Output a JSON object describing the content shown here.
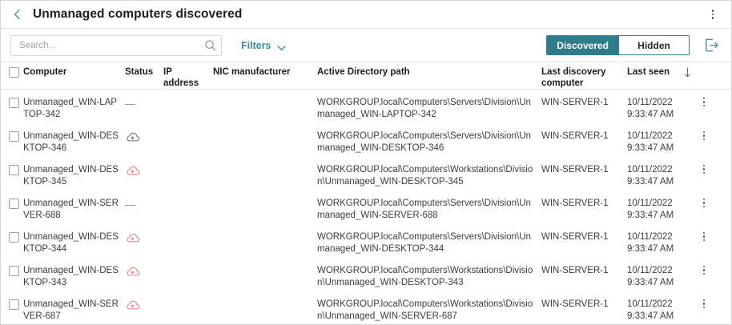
{
  "header": {
    "back_icon": "chevron-left-icon",
    "title": "Unmanaged computers discovered",
    "overflow_icon": "kebab-menu-icon"
  },
  "toolbar": {
    "search_placeholder": "Search...",
    "search_value": "",
    "search_icon": "search-icon",
    "filters_label": "Filters",
    "filters_chevron_icon": "chevron-down-icon",
    "segmented": [
      {
        "label": "Discovered",
        "active": true
      },
      {
        "label": "Hidden",
        "active": false
      }
    ],
    "export_icon": "export-icon",
    "accent_color": "#2e7d8a",
    "link_color": "#3b8a99"
  },
  "table": {
    "columns": [
      {
        "key": "check",
        "label": ""
      },
      {
        "key": "computer",
        "label": "Computer"
      },
      {
        "key": "status",
        "label": "Status"
      },
      {
        "key": "ip",
        "label": "IP address"
      },
      {
        "key": "nic",
        "label": "NIC manufacturer"
      },
      {
        "key": "adpath",
        "label": "Active Directory path"
      },
      {
        "key": "disc",
        "label": "Last discovery computer"
      },
      {
        "key": "seen",
        "label": "Last seen"
      }
    ],
    "sort": {
      "column": "Last seen",
      "direction": "descending",
      "icon": "arrow-down-icon"
    },
    "select_all_checked": false,
    "rows": [
      {
        "computer": "Unmanaged_WIN-LAPTOP-342",
        "status_icon": "dash",
        "status_color": "#9a9a9a",
        "ip": "",
        "nic": "",
        "adpath": "WORKGROUP.local\\Computers\\Servers\\Division\\Unmanaged_WIN-LAPTOP-342",
        "discovery_computer": "WIN-SERVER-1",
        "last_seen_date": "10/11/2022",
        "last_seen_time": "9:33:47 AM"
      },
      {
        "computer": "Unmanaged_WIN-DESKTOP-346",
        "status_icon": "cloud-upload-gray",
        "status_color": "#6d6d6d",
        "ip": "",
        "nic": "",
        "adpath": "WORKGROUP.local\\Computers\\Servers\\Division\\Unmanaged_WIN-DESKTOP-346",
        "discovery_computer": "WIN-SERVER-1",
        "last_seen_date": "10/11/2022",
        "last_seen_time": "9:33:47 AM"
      },
      {
        "computer": "Unmanaged_WIN-DESKTOP-345",
        "status_icon": "cloud-upload-red",
        "status_color": "#e8787d",
        "ip": "",
        "nic": "",
        "adpath": "WORKGROUP.local\\Computers\\Workstations\\Division\\Unmanaged_WIN-DESKTOP-345",
        "discovery_computer": "WIN-SERVER-1",
        "last_seen_date": "10/11/2022",
        "last_seen_time": "9:33:47 AM"
      },
      {
        "computer": "Unmanaged_WIN-SERVER-688",
        "status_icon": "dash",
        "status_color": "#9a9a9a",
        "ip": "",
        "nic": "",
        "adpath": "WORKGROUP.local\\Computers\\Servers\\Division\\Unmanaged_WIN-SERVER-688",
        "discovery_computer": "WIN-SERVER-1",
        "last_seen_date": "10/11/2022",
        "last_seen_time": "9:33:47 AM"
      },
      {
        "computer": "Unmanaged_WIN-DESKTOP-344",
        "status_icon": "cloud-upload-red",
        "status_color": "#e8787d",
        "ip": "",
        "nic": "",
        "adpath": "WORKGROUP.local\\Computers\\Servers\\Division\\Unmanaged_WIN-DESKTOP-344",
        "discovery_computer": "WIN-SERVER-1",
        "last_seen_date": "10/11/2022",
        "last_seen_time": "9:33:47 AM"
      },
      {
        "computer": "Unmanaged_WIN-DESKTOP-343",
        "status_icon": "cloud-upload-red",
        "status_color": "#e8787d",
        "ip": "",
        "nic": "",
        "adpath": "WORKGROUP.local\\Computers\\Workstations\\Division\\Unmanaged_WIN-DESKTOP-343",
        "discovery_computer": "WIN-SERVER-1",
        "last_seen_date": "10/11/2022",
        "last_seen_time": "9:33:47 AM"
      },
      {
        "computer": "Unmanaged_WIN-SERVER-687",
        "status_icon": "cloud-upload-red",
        "status_color": "#e8787d",
        "ip": "",
        "nic": "",
        "adpath": "WORKGROUP.local\\Computers\\Workstations\\Division\\Unmanaged_WIN-SERVER-687",
        "discovery_computer": "WIN-SERVER-1",
        "last_seen_date": "10/11/2022",
        "last_seen_time": "9:33:47 AM"
      }
    ]
  }
}
